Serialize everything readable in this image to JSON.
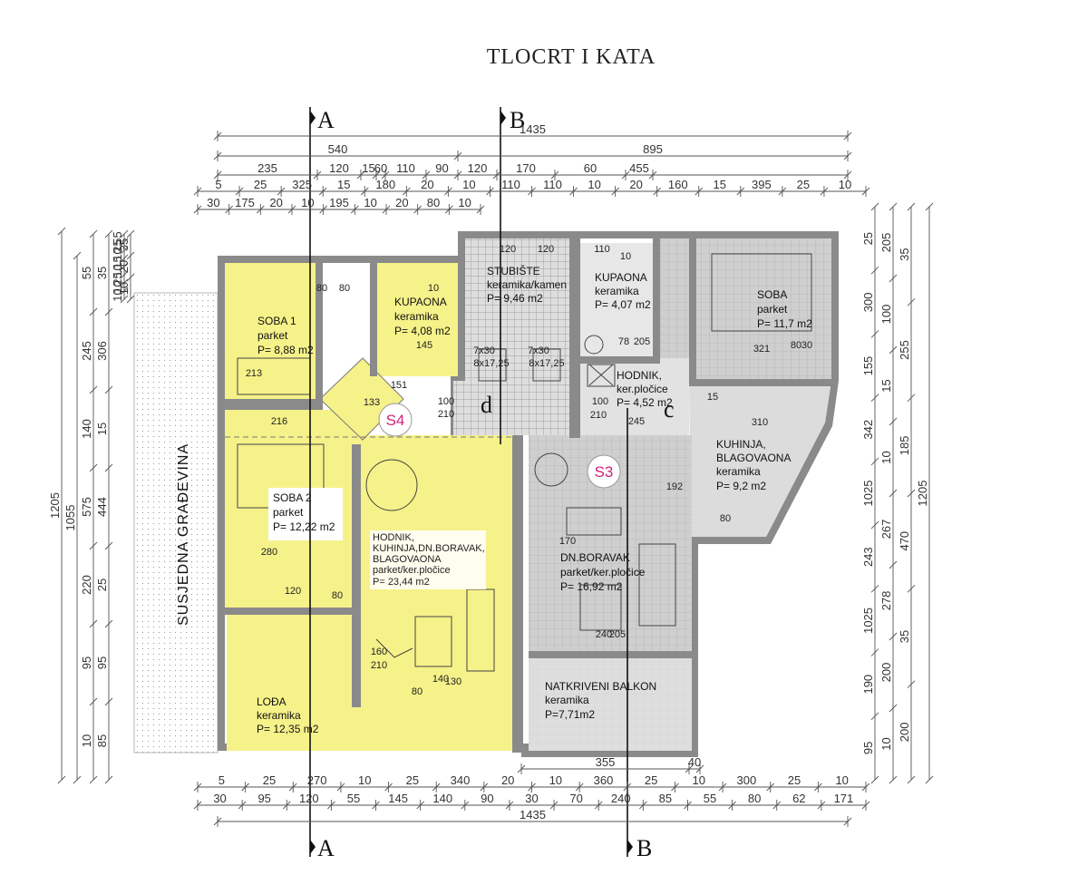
{
  "title": "TLOCRT I KATA",
  "section_marks": [
    "A",
    "B",
    "A",
    "B"
  ],
  "neighbor_label": "SUSJEDNA GRAĐEVINA",
  "units": [
    "S4",
    "S3"
  ],
  "labels": {
    "d": "d",
    "c": "c"
  },
  "colors": {
    "yellow_unit": "#f6f28a",
    "grey_unit": "#d4d4d4",
    "wall": "#8a8a8a",
    "tag": "#d0237a"
  },
  "rooms": [
    {
      "name": "SOBA 1",
      "floor": "parket",
      "area": "P= 8,88 m2"
    },
    {
      "name": "KUPAONA",
      "floor": "keramika",
      "area": "P= 4,08 m2"
    },
    {
      "name": "STUBIŠTE",
      "floor": "keramika/kamen",
      "area": "P= 9,46 m2"
    },
    {
      "name": "KUPAONA",
      "floor": "keramika",
      "area": "P= 4,07 m2"
    },
    {
      "name": "SOBA",
      "floor": "parket",
      "area": "P= 11,7 m2"
    },
    {
      "name": "HODNIK,",
      "floor": "ker.pločice",
      "area": "P= 4,52 m2"
    },
    {
      "name": "KUHINJA,",
      "name2": "BLAGOVAONA",
      "floor": "keramika",
      "area": "P= 9,2 m2"
    },
    {
      "name": "SOBA 2",
      "floor": "parket",
      "area": "P= 12,22 m2"
    },
    {
      "name": "HODNIK,",
      "name2": "KUHINJA,DN.BORAVAK,",
      "name3": "BLAGOVAONA",
      "floor": "parket/ker.pločice",
      "area": "P= 23,44 m2"
    },
    {
      "name": "DN.BORAVAK",
      "floor": "parket/ker.pločice",
      "area": "P= 16,92 m2"
    },
    {
      "name": "LOĐA",
      "floor": "keramika",
      "area": "P= 12,35 m2"
    },
    {
      "name": "NATKRIVENI BALKON",
      "floor": "keramika",
      "area": "P=7,71m2"
    }
  ],
  "top_dims": {
    "r1": [
      "1435"
    ],
    "r2": [
      "540",
      "895"
    ],
    "r3": [
      "235",
      "120",
      "15",
      "60",
      "110",
      "90",
      "120",
      "170",
      "60",
      "455"
    ],
    "r4": [
      "5",
      "25",
      "325",
      "15",
      "180",
      "20",
      "10",
      "110",
      "110",
      "10",
      "20",
      "160",
      "15",
      "395",
      "25",
      "10"
    ],
    "r5": [
      "30",
      "175",
      "20",
      "10",
      "195",
      "10",
      "20",
      "80",
      "10"
    ]
  },
  "bottom_dims": {
    "r1": [
      "5",
      "25",
      "270",
      "10",
      "25",
      "340",
      "20",
      "10",
      "360",
      "25",
      "10",
      "300",
      "25",
      "10"
    ],
    "r2": [
      "30",
      "95",
      "120",
      "55",
      "145",
      "140",
      "90",
      "30",
      "70",
      "240",
      "85",
      "55",
      "80",
      "62",
      "171"
    ],
    "r3": [
      "1435"
    ],
    "top": [
      "355",
      "40"
    ]
  },
  "left_dims": {
    "outer": [
      "1205"
    ],
    "mid": [
      "1055"
    ],
    "col1": [
      "55",
      "245",
      "140",
      "575",
      "220",
      "95",
      "10"
    ],
    "col2": [
      "35",
      "306",
      "15",
      "444",
      "25",
      "95",
      "85"
    ],
    "col3": [
      "55",
      "25",
      "10",
      "15",
      "10",
      "25",
      "10",
      "10"
    ],
    "col4": [
      "35",
      "20",
      "10"
    ]
  },
  "right_dims": {
    "outer": [
      "1205"
    ],
    "col1": [
      "35",
      "255",
      "185",
      "470",
      "35",
      "200"
    ],
    "col2": [
      "205",
      "100",
      "15",
      "10",
      "267",
      "278",
      "200",
      "10"
    ],
    "col3": [
      "25",
      "300",
      "155",
      "342",
      "1025",
      "243",
      "1025",
      "190",
      "95"
    ]
  },
  "inner_dims": [
    "80",
    "80",
    "10",
    "120",
    "120",
    "110",
    "10",
    "145",
    "213",
    "151",
    "100",
    "210",
    "133",
    "216",
    "280",
    "120",
    "80",
    "160",
    "210",
    "80",
    "140",
    "130",
    "100",
    "210",
    "245",
    "15",
    "310",
    "80",
    "170",
    "192",
    "240",
    "205",
    "321",
    "78",
    "205",
    "7x30",
    "7x30",
    "8x17,25",
    "8x17,25",
    "80",
    "30"
  ]
}
